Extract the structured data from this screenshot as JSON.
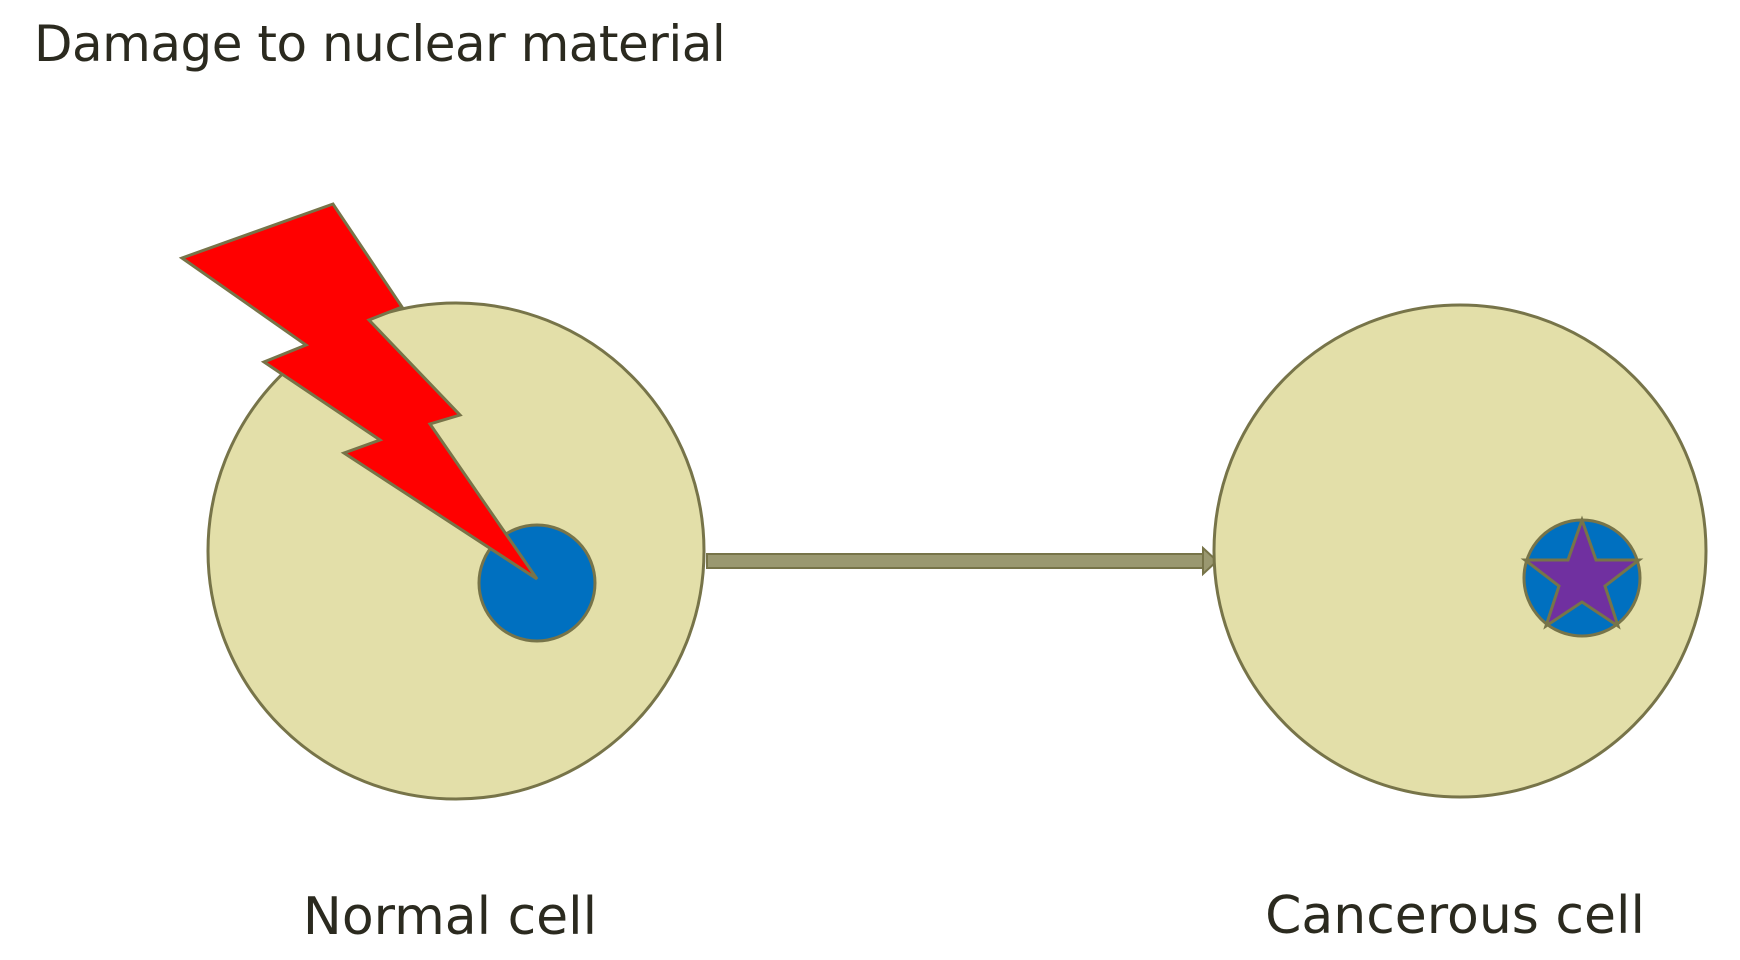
{
  "title": "Damage to nuclear material",
  "normal_cell": {
    "label": "Normal cell"
  },
  "cancerous_cell": {
    "label": "Cancerous cell"
  },
  "colors": {
    "cytoplasm": "#e3dfa9",
    "cell_outline": "#777449",
    "nucleus": "#0070c0",
    "lightning": "#ff0000",
    "star": "#7030a0",
    "arrow": "#9a9870",
    "text": "#2b2a1f",
    "background": "#ffffff"
  },
  "icons": {
    "damage": "lightning-bolt-icon",
    "mutation": "star-icon"
  }
}
